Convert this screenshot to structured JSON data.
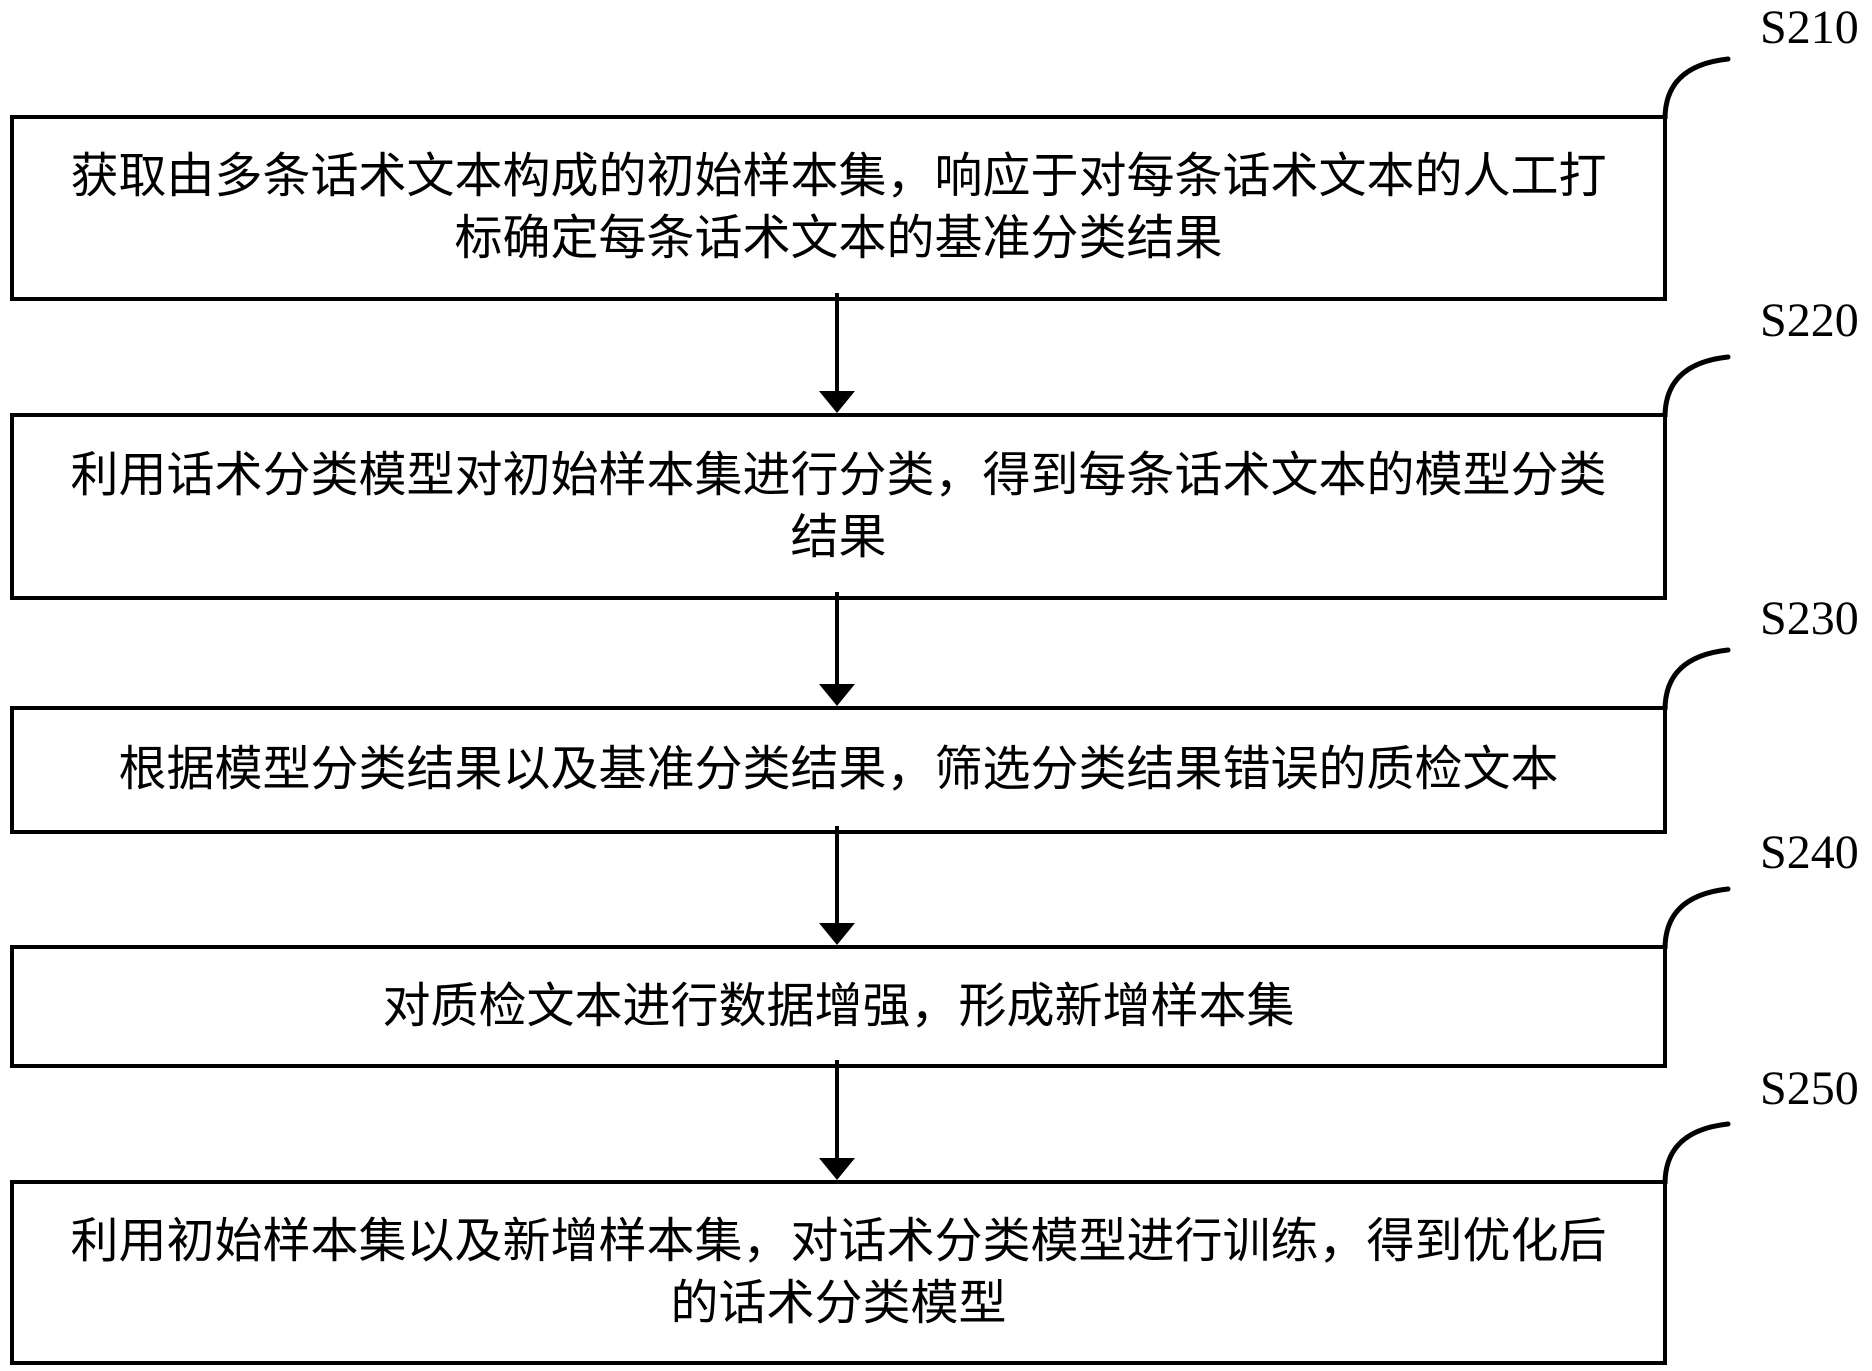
{
  "figure": {
    "background_color": "#ffffff",
    "line_color": "#000000",
    "steps": [
      {
        "label": "S210",
        "text": "获取由多条话术文本构成的初始样本集，响应于对每条话术文本的人工打标确定每条话术文本的基准分类结果",
        "lines": [
          "获取由多条话术文本构成的初始样本集，响应于对每条话术文本的人工打",
          "标确定每条话术文本的基准分类结果"
        ]
      },
      {
        "label": "S220",
        "text": "利用话术分类模型对初始样本集进行分类，得到每条话术文本的模型分类结果",
        "lines": [
          "利用话术分类模型对初始样本集进行分类，得到每条话术文本的模型分类",
          "结果"
        ]
      },
      {
        "label": "S230",
        "text": "根据模型分类结果以及基准分类结果，筛选分类结果错误的质检文本",
        "lines": [
          "根据模型分类结果以及基准分类结果，筛选分类结果错误的质检文本"
        ]
      },
      {
        "label": "S240",
        "text": "对质检文本进行数据增强，形成新增样本集",
        "lines": [
          "对质检文本进行数据增强，形成新增样本集"
        ]
      },
      {
        "label": "S250",
        "text": "利用初始样本集以及新增样本集，对话术分类模型进行训练，得到优化后的话术分类模型",
        "lines": [
          "利用初始样本集以及新增样本集，对话术分类模型进行训练，得到优化后",
          "的话术分类模型"
        ]
      }
    ]
  }
}
